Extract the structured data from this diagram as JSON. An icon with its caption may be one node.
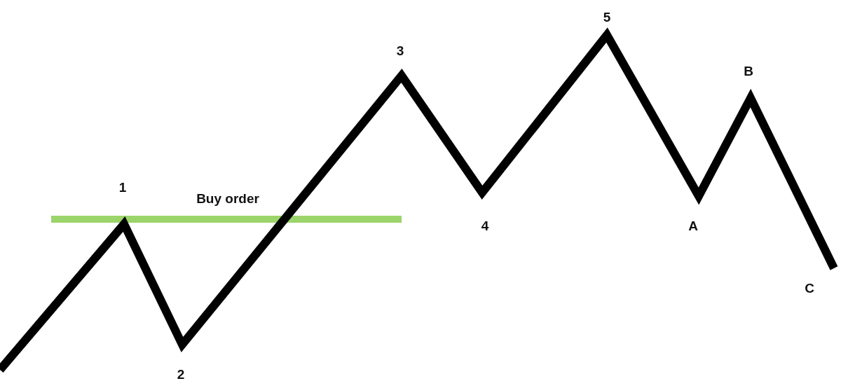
{
  "diagram": {
    "labels": [
      "5",
      "3",
      "B",
      "Buy order",
      "1",
      "4",
      "A",
      "C",
      "2"
    ]
  }
}
